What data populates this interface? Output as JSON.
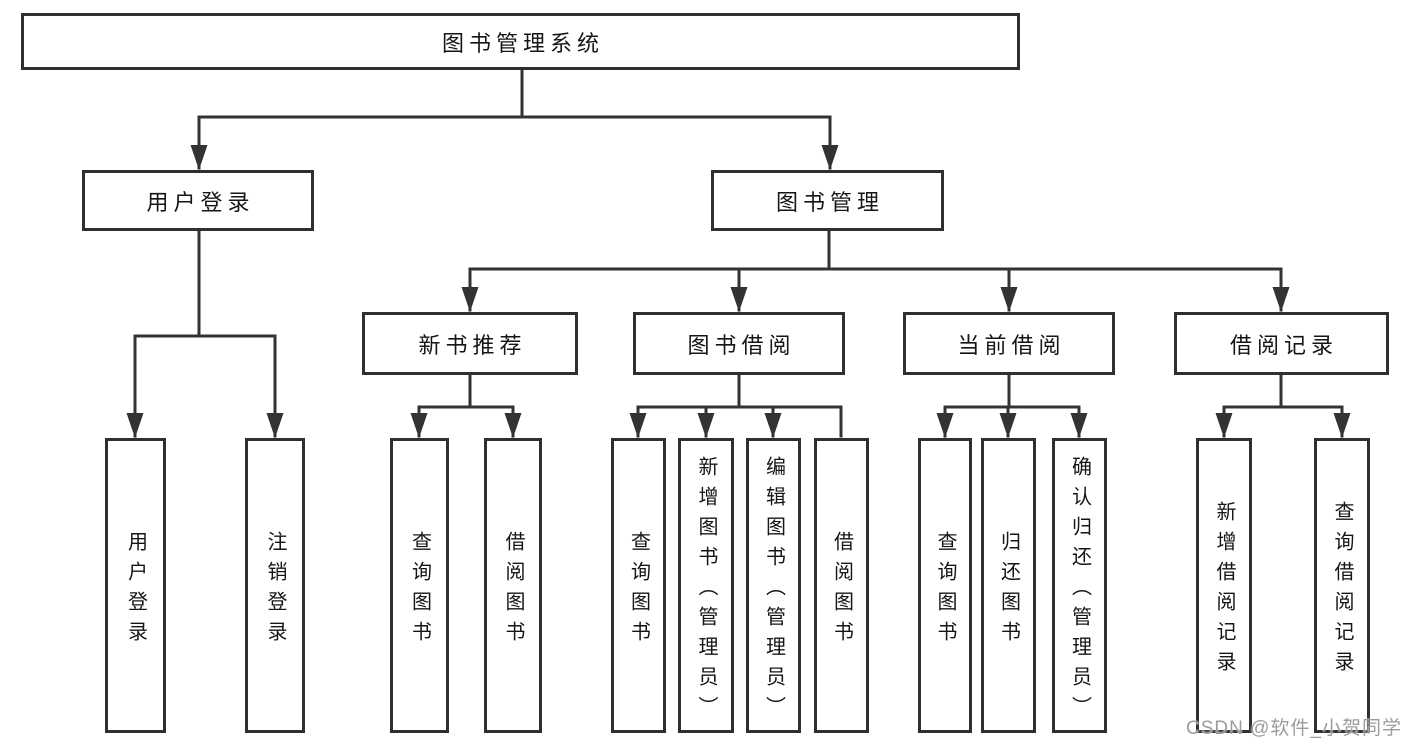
{
  "diagram_title": "图书管理系统",
  "root": {
    "label": "图书管理系统"
  },
  "level2": {
    "userLogin": {
      "label": "用户登录"
    },
    "bookMgmt": {
      "label": "图书管理"
    }
  },
  "level3": {
    "newBook": {
      "label": "新书推荐"
    },
    "bookBorrow": {
      "label": "图书借阅"
    },
    "currentBorrow": {
      "label": "当前借阅"
    },
    "borrowRecord": {
      "label": "借阅记录"
    }
  },
  "leaves": {
    "userLogin": {
      "label": "用户登录"
    },
    "logout": {
      "label": "注销登录"
    },
    "nbQuery": {
      "label": "查询图书"
    },
    "nbBorrow": {
      "label": "借阅图书"
    },
    "bbQuery": {
      "label": "查询图书"
    },
    "bbAdd": {
      "label": "新增图书（管理员）"
    },
    "bbEdit": {
      "label": "编辑图书（管理员）"
    },
    "bbBorrow": {
      "label": "借阅图书"
    },
    "cbQuery": {
      "label": "查询图书"
    },
    "cbReturn": {
      "label": "归还图书"
    },
    "cbConfirm": {
      "label": "确认归还（管理员）"
    },
    "brAdd": {
      "label": "新增借阅记录"
    },
    "brQuery": {
      "label": "查询借阅记录"
    }
  },
  "watermark": {
    "text": "CSDN @软件_小贺同学"
  },
  "colors": {
    "line": "#333333",
    "box_border": "#2f2f2f",
    "box_fill": "#ffffff",
    "text": "#161616",
    "watermark": "#9c9c9c",
    "background": "#ffffff"
  }
}
